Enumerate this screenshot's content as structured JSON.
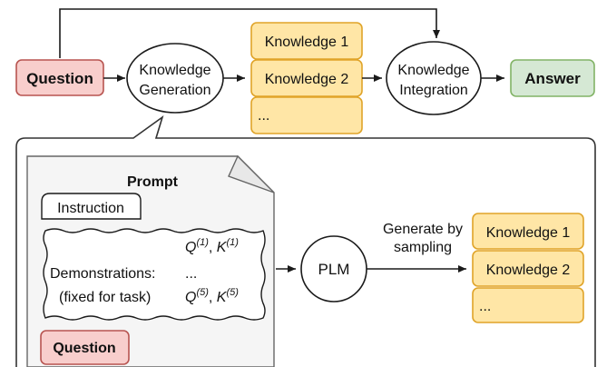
{
  "top_row": {
    "question": "Question",
    "knowledge_generation": [
      "Knowledge",
      "Generation"
    ],
    "knowledge_items": [
      "Knowledge 1",
      "Knowledge 2",
      "..."
    ],
    "knowledge_integration": [
      "Knowledge",
      "Integration"
    ],
    "answer": "Answer"
  },
  "detail": {
    "prompt_title": "Prompt",
    "instruction": "Instruction",
    "demonstrations_label": "Demonstrations:",
    "fixed_label": "(fixed for task)",
    "demo_first_q": "Q",
    "demo_first_k": "K",
    "demo_first_sup": "(1)",
    "demo_ellipsis": "...",
    "demo_last_q": "Q",
    "demo_last_k": "K",
    "demo_last_sup": "(5)",
    "question": "Question",
    "plm": "PLM",
    "generate_label": [
      "Generate by",
      "sampling"
    ],
    "knowledge_items": [
      "Knowledge 1",
      "Knowledge 2",
      "..."
    ]
  },
  "colors": {
    "question_fill": "#f8cecc",
    "question_stroke": "#b85450",
    "answer_fill": "#d5e8d4",
    "answer_stroke": "#82b366",
    "knowledge_fill": "#ffe6a6",
    "knowledge_stroke": "#e0a429",
    "prompt_fill": "#f5f5f5",
    "line": "#1a1a1a"
  }
}
